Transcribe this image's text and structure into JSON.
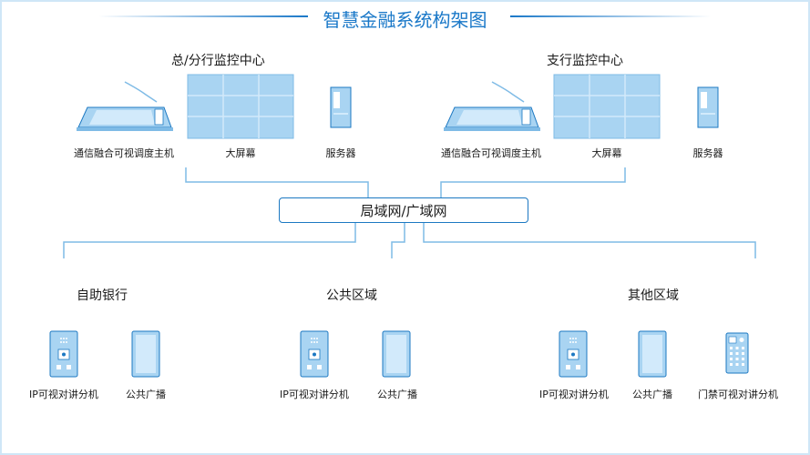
{
  "title": "智慧金融系统构架图",
  "network_label": "局域网/广域网",
  "top_groups": [
    {
      "heading": "总/分行监控中心",
      "devices": [
        {
          "label": "通信融合可视调度主机",
          "icon": "dispatch-console-icon"
        },
        {
          "label": "大屏幕",
          "icon": "video-wall-icon"
        },
        {
          "label": "服务器",
          "icon": "server-tower-icon"
        }
      ]
    },
    {
      "heading": "支行监控中心",
      "devices": [
        {
          "label": "通信融合可视调度主机",
          "icon": "dispatch-console-icon"
        },
        {
          "label": "大屏幕",
          "icon": "video-wall-icon"
        },
        {
          "label": "服务器",
          "icon": "server-tower-icon"
        }
      ]
    }
  ],
  "bottom_groups": [
    {
      "heading": "自助银行",
      "devices": [
        {
          "label": "IP可视对讲分机",
          "icon": "ip-intercom-icon"
        },
        {
          "label": "公共广播",
          "icon": "broadcast-speaker-icon"
        }
      ]
    },
    {
      "heading": "公共区域",
      "devices": [
        {
          "label": "IP可视对讲分机",
          "icon": "ip-intercom-icon"
        },
        {
          "label": "公共广播",
          "icon": "broadcast-speaker-icon"
        }
      ]
    },
    {
      "heading": "其他区域",
      "devices": [
        {
          "label": "IP可视对讲分机",
          "icon": "ip-intercom-icon"
        },
        {
          "label": "公共广播",
          "icon": "broadcast-speaker-icon"
        },
        {
          "label": "门禁可视对讲分机",
          "icon": "door-access-intercom-icon"
        }
      ]
    }
  ],
  "colors": {
    "accent": "#1a78c8",
    "line": "#7fbbe6",
    "device_fill": "#a9d4f2",
    "device_light": "#d2eafb"
  }
}
